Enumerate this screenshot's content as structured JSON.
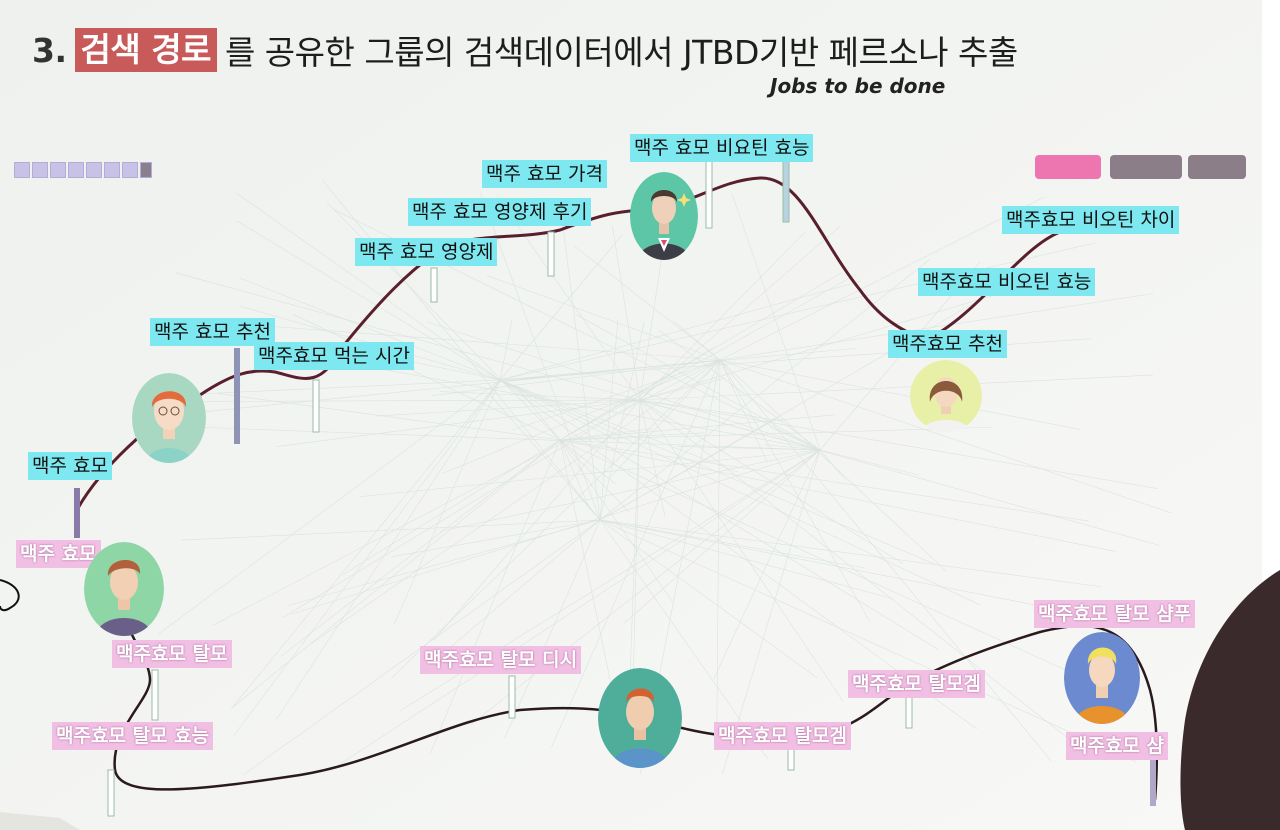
{
  "slide": {
    "number": "3.",
    "highlight": "검색 경로",
    "title_rest": "를 공유한 그룹의 검색데이터에서 JTBD기반 페르소나 추출",
    "subtitle": "Jobs to be done"
  },
  "toolbar": {
    "buttons": [
      "",
      "",
      ""
    ]
  },
  "path_upper": {
    "color": "#7de8ef",
    "keywords": [
      "맥주 효모",
      "맥주 효모 추천",
      "맥주효모 먹는 시간",
      "맥주 효모 영양제",
      "맥주 효모 영양제 후기",
      "맥주 효모 가격",
      "맥주 효모 비요틴 효능",
      "맥주효모 비오틴 차이",
      "맥주효모 비오틴 효능",
      "맥주효모 추천"
    ]
  },
  "path_lower": {
    "color": "#f2bfe4",
    "keywords": [
      "맥주 효모",
      "맥주효모 탈모",
      "맥주효모 탈모 효능",
      "맥주효모 탈모 디시",
      "맥주효모 탈모겜",
      "맥주효모 탈모겜",
      "맥주효모 탈모 샴푸",
      "맥주효모 샴"
    ]
  },
  "personas": [
    {
      "name": "persona-red-hair-woman"
    },
    {
      "name": "persona-man-suit"
    },
    {
      "name": "persona-woman-bob"
    },
    {
      "name": "persona-man-brown-hair"
    },
    {
      "name": "persona-man-blue-shirt"
    },
    {
      "name": "persona-man-blond"
    }
  ],
  "colors": {
    "path_line": "#5a1f2d",
    "highlight": "#c95a5a",
    "cyan_label": "#7de8ef",
    "pink_label": "#f2bfe4"
  }
}
